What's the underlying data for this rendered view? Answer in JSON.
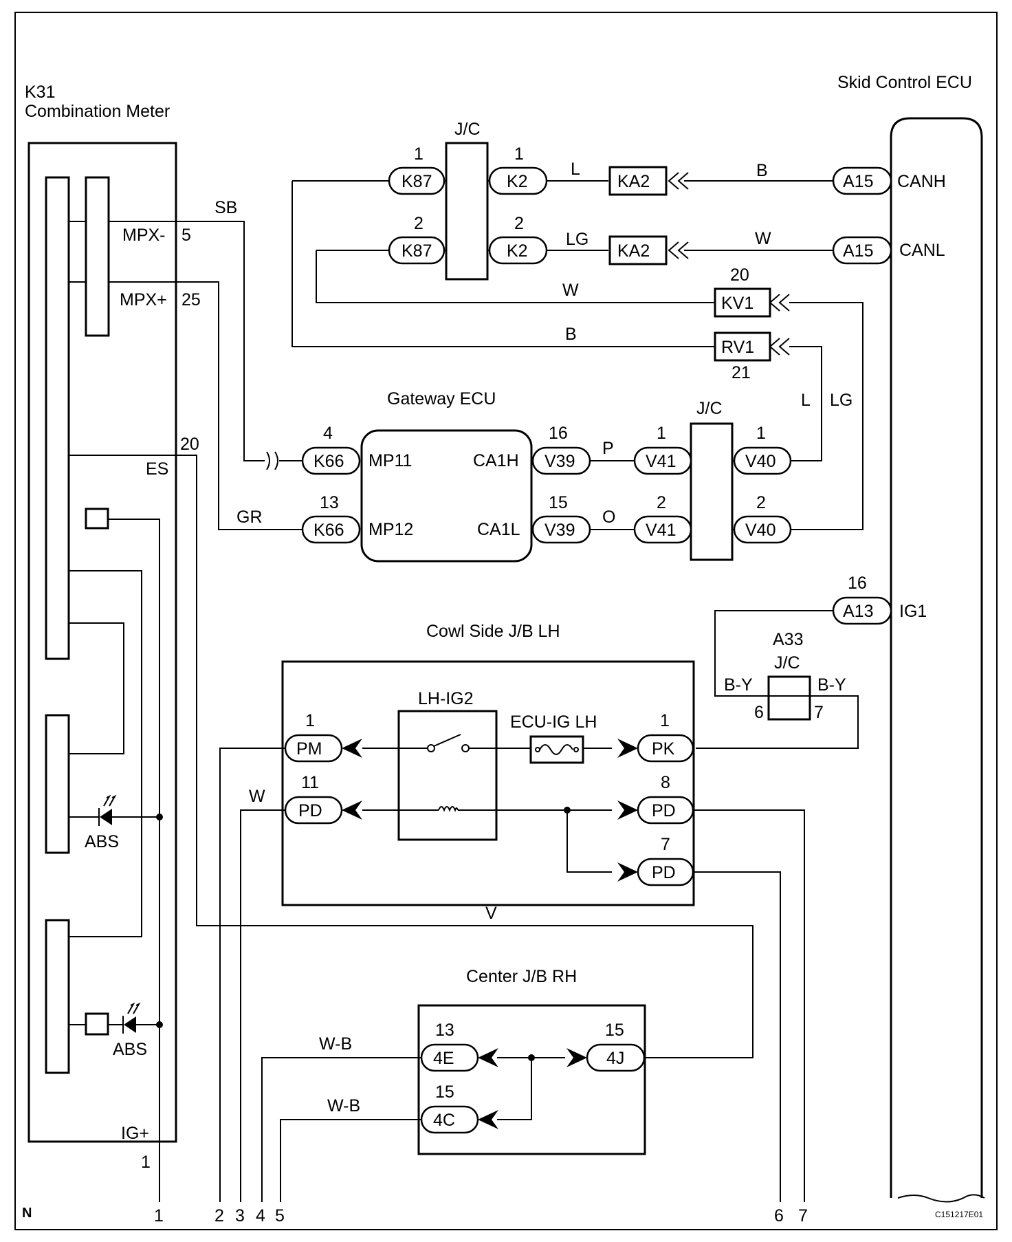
{
  "figure_code": "C151217E01",
  "corner_mark": "N",
  "components": {
    "combination_meter": {
      "code": "K31",
      "name": "Combination Meter"
    },
    "skid_control_ecu": "Skid Control ECU",
    "gateway_ecu": "Gateway ECU",
    "cowl_side_jb": "Cowl Side J/B LH",
    "center_jb": "Center J/B RH",
    "jc_top": "J/C",
    "jc_mid": "J/C",
    "a33": {
      "code": "A33",
      "name": "J/C"
    },
    "relay": "LH-IG2",
    "fuse": "ECU-IG LH"
  },
  "meter_pins": {
    "mpx_minus": "MPX-",
    "mpx_minus_no": "5",
    "mpx_plus": "MPX+",
    "mpx_plus_no": "25",
    "es": "ES",
    "es_no": "20",
    "igp": "IG+",
    "igp_no": "1",
    "abs_upper": "ABS",
    "abs_lower": "ABS"
  },
  "ecu_pins": {
    "canh": "CANH",
    "canl": "CANL",
    "ig1": "IG1"
  },
  "gateway_pins": {
    "mp11": "MP11",
    "mp12": "MP12",
    "ca1h": "CA1H",
    "ca1l": "CA1L"
  },
  "connectors": {
    "k87_1": {
      "code": "K87",
      "pin": "1"
    },
    "k87_2": {
      "code": "K87",
      "pin": "2"
    },
    "k2_1": {
      "code": "K2",
      "pin": "1"
    },
    "k2_2": {
      "code": "K2",
      "pin": "2"
    },
    "a15_h": {
      "code": "A15"
    },
    "a15_l": {
      "code": "A15"
    },
    "ka2_h": {
      "code": "KA2"
    },
    "ka2_l": {
      "code": "KA2"
    },
    "kv1": {
      "code": "KV1",
      "pin": "20"
    },
    "rv1": {
      "code": "RV1",
      "pin": "21"
    },
    "k66_4": {
      "code": "K66",
      "pin": "4"
    },
    "k66_13": {
      "code": "K66",
      "pin": "13"
    },
    "v39_16": {
      "code": "V39",
      "pin": "16"
    },
    "v39_15": {
      "code": "V39",
      "pin": "15"
    },
    "v41_1": {
      "code": "V41",
      "pin": "1"
    },
    "v41_2": {
      "code": "V41",
      "pin": "2"
    },
    "v40_1": {
      "code": "V40",
      "pin": "1"
    },
    "v40_2": {
      "code": "V40",
      "pin": "2"
    },
    "a13": {
      "code": "A13",
      "pin": "16"
    },
    "pm": {
      "code": "PM",
      "pin": "1"
    },
    "pd_11": {
      "code": "PD",
      "pin": "11"
    },
    "pk": {
      "code": "PK",
      "pin": "1"
    },
    "pd_8": {
      "code": "PD",
      "pin": "8"
    },
    "pd_7": {
      "code": "PD",
      "pin": "7"
    },
    "e4": {
      "code": "4E",
      "pin": "13"
    },
    "c4": {
      "code": "4C",
      "pin": "15"
    },
    "j4": {
      "code": "4J",
      "pin": "15"
    }
  },
  "a33_pins": {
    "left": "6",
    "right": "7"
  },
  "wire_colors": {
    "canh_right": "B",
    "canl_right": "W",
    "canh_left": "L",
    "canl_left": "LG",
    "kv1": "W",
    "rv1": "B",
    "mpx_minus": "SB",
    "mpx_plus": "GR",
    "ca1h": "P",
    "ca1l": "O",
    "v40_1": "L",
    "v40_2": "LG",
    "pd": "W",
    "es": "V",
    "wb_upper": "W-B",
    "wb_lower": "W-B",
    "a33_left": "B-Y",
    "a33_right": "B-Y"
  },
  "bottom_terminals": [
    "1",
    "2",
    "3",
    "4",
    "5",
    "6",
    "7"
  ]
}
